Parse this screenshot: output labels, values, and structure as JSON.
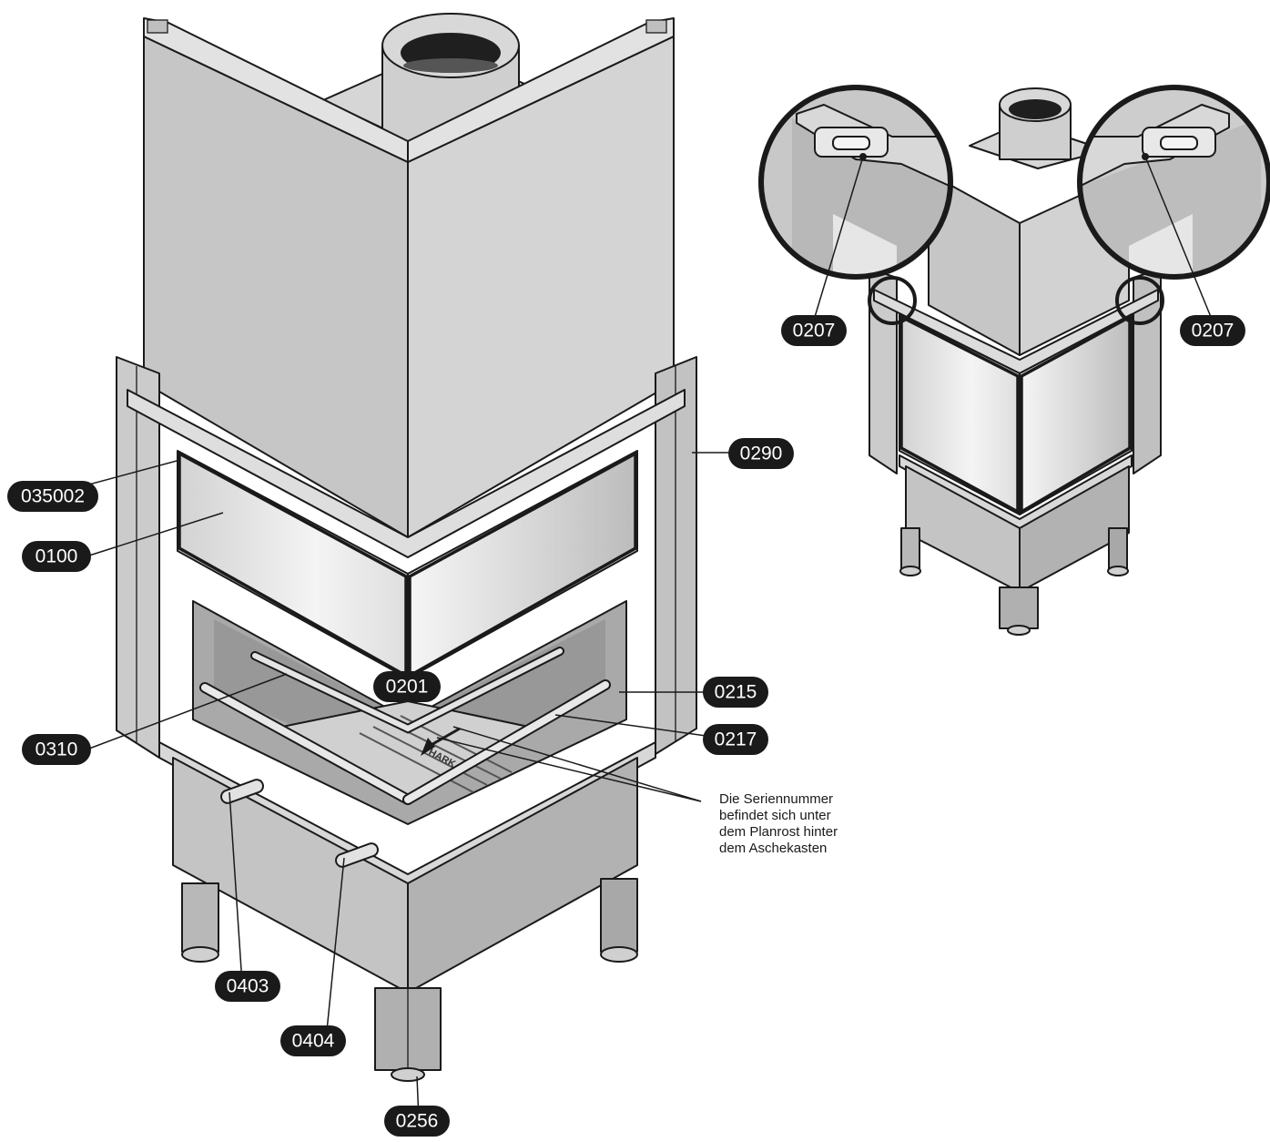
{
  "colors": {
    "outline": "#1a1a1a",
    "panel_light": "#dcdcdc",
    "panel_mid": "#c8c8c8",
    "panel_dark": "#b4b4b4",
    "glass": "#e6e6e6",
    "badge": "#1a1a1a"
  },
  "labels": {
    "main": {
      "p035002": "035002",
      "p0100": "0100",
      "p0290": "0290",
      "p0201": "0201",
      "p0215": "0215",
      "p0217": "0217",
      "p0310": "0310",
      "p0403": "0403",
      "p0404": "0404",
      "p0256": "0256"
    },
    "detail": {
      "left": "0207",
      "right": "0207"
    }
  },
  "note": {
    "line1": "Die Seriennummer",
    "line2": "befindet sich unter",
    "line3": "dem Planrost hinter",
    "line4": "dem Aschekasten"
  },
  "grate_brand": "HARK"
}
